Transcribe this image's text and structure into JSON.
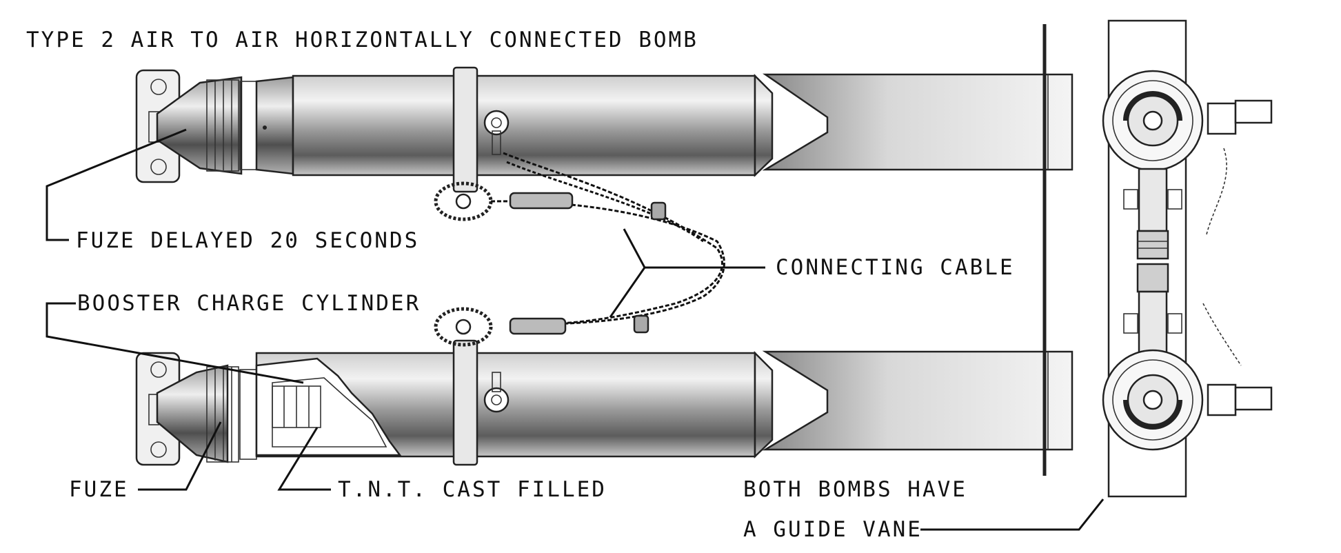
{
  "title": "TYPE 2 AIR TO AIR HORIZONTALLY CONNECTED BOMB",
  "labels": {
    "fuze_delayed": "FUZE DELAYED 20 SECONDS",
    "booster": "BOOSTER CHARGE CYLINDER",
    "connecting_cable": "CONNECTING CABLE",
    "fuze": "FUZE",
    "tnt": "T.N.T. CAST FILLED",
    "guide_vane_1": "BOTH BOMBS HAVE",
    "guide_vane_2": "A GUIDE VANE"
  },
  "colors": {
    "ink": "#111111",
    "body_light": "#e6e6e6",
    "body_dark": "#6f6f6f",
    "fill_texture": "#bdbdbd",
    "paper": "#ffffff"
  }
}
